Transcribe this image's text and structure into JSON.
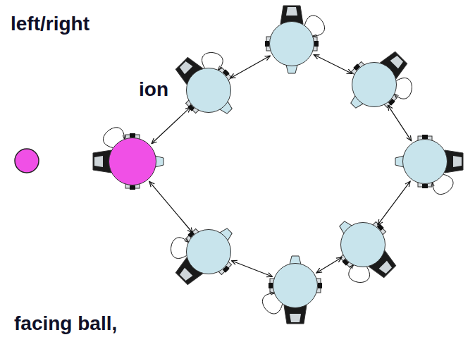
{
  "diagram": {
    "nodes": [
      {
        "text": []
      },
      {
        "text": []
      },
      {
        "text": []
      },
      {
        "text": []
      },
      {
        "text": []
      },
      {
        "text": []
      },
      {
        "text": []
      },
      {
        "text": []
      }
    ],
    "edges": [
      {
        "from": 0,
        "to": 1,
        "arrow": "both"
      },
      {
        "from": 1,
        "to": 2,
        "arrow": "both"
      },
      {
        "from": 2,
        "to": 3,
        "arrow": "both"
      },
      {
        "from": 3,
        "to": 4,
        "arrow": "both"
      },
      {
        "from": 4,
        "to": 5,
        "arrow": "both"
      },
      {
        "from": 5,
        "to": 6,
        "arrow": "both"
      },
      {
        "from": 6,
        "to": 7,
        "arrow": "both"
      },
      {
        "from": 7,
        "to": 0,
        "arrow": "both"
      }
    ],
    "labels": [
      "left/right",
      "ion",
      "facing ball,"
    ]
  }
}
